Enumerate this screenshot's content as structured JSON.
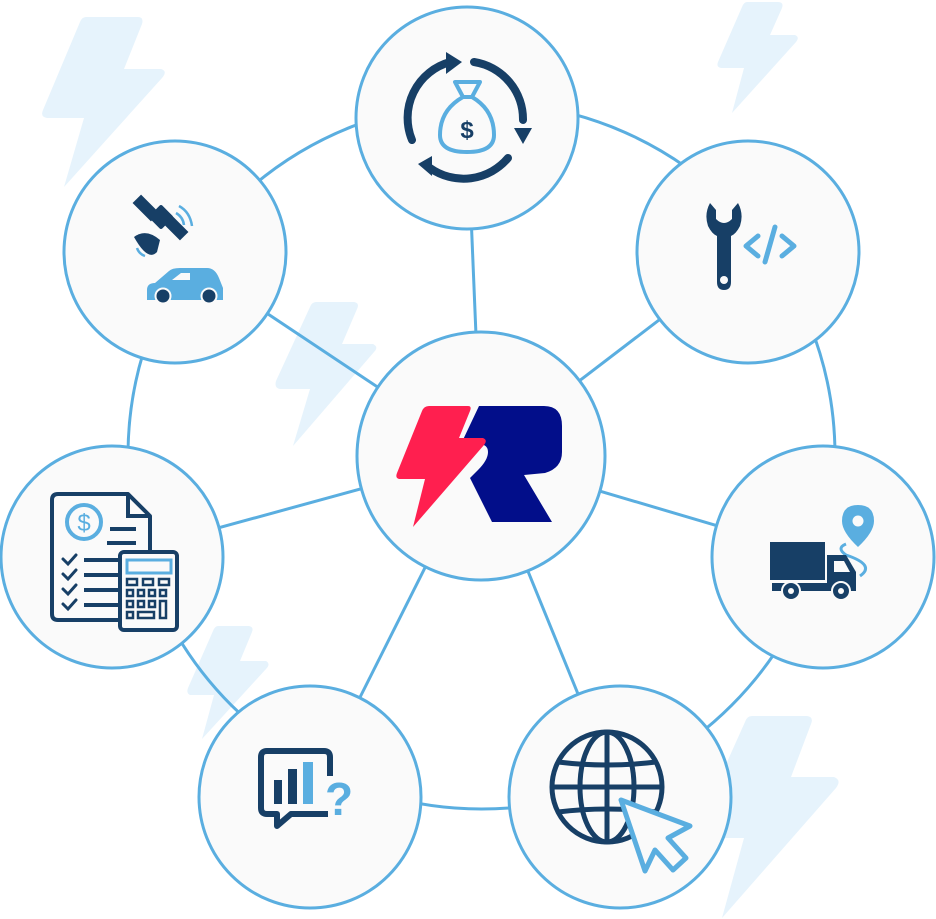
{
  "colors": {
    "ring": "#5aaee0",
    "node_fill": "#fafafa",
    "bolt_bg": "#e6f3fc",
    "icon_dark": "#173f66",
    "icon_light": "#5aaee0",
    "logo_red": "#ff1f4f",
    "logo_blue": "#020e8a"
  },
  "diagram": {
    "center_node": {
      "name": "brand-logo",
      "icon": "logo-bolt-r-icon"
    },
    "nodes": [
      {
        "name": "node-billing-cycle",
        "icon": "money-bag-cycle-icon"
      },
      {
        "name": "node-developer-tools",
        "icon": "wrench-code-icon"
      },
      {
        "name": "node-delivery-tracking",
        "icon": "truck-location-icon"
      },
      {
        "name": "node-web-platform",
        "icon": "globe-cursor-icon"
      },
      {
        "name": "node-analytics-support",
        "icon": "chat-chart-question-icon"
      },
      {
        "name": "node-invoicing",
        "icon": "invoice-calculator-icon"
      },
      {
        "name": "node-gps-tracking",
        "icon": "satellite-car-icon"
      }
    ]
  }
}
